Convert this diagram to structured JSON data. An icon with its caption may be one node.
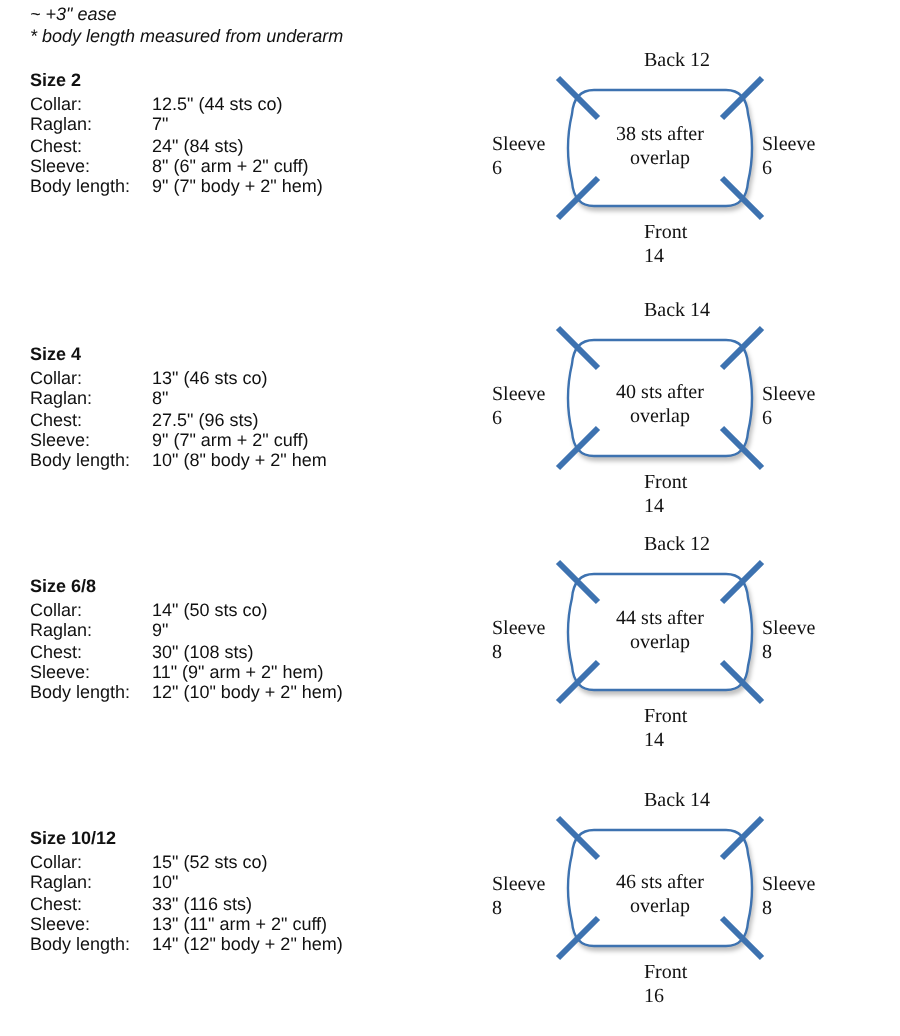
{
  "diagram": {
    "nodes": [
      {
        "text": [
          "38 sts after overlap"
        ],
        "beside": [
          "Back 12",
          "Sleeve 6",
          "Sleeve 6",
          "Front 14"
        ]
      },
      {
        "text": [
          "40 sts after overlap"
        ],
        "beside": [
          "Back 14",
          "Sleeve 6",
          "Sleeve 6",
          "Front 14"
        ]
      },
      {
        "text": [
          "44 sts after overlap"
        ],
        "beside": [
          "Back 12",
          "Sleeve 8",
          "Sleeve 8",
          "Front 14"
        ]
      },
      {
        "text": [
          "46 sts after overlap"
        ],
        "beside": [
          "Back 14",
          "Sleeve 8",
          "Sleeve 8",
          "Front 16"
        ]
      }
    ],
    "labels": [
      "~ +3\" ease",
      "* body length measured from underarm",
      "Size 2",
      "Collar:",
      "12.5\" (44 sts co)",
      "Raglan:",
      "7\"",
      "Chest:",
      "24\" (84 sts)",
      "Sleeve:",
      "8\" (6\" arm + 2\" cuff)",
      "Body length:",
      "9\" (7\" body + 2\" hem)",
      "Size 4",
      "Collar:",
      "13\" (46 sts co)",
      "Raglan:",
      "8\"",
      "Chest:",
      "27.5\" (96 sts)",
      "Sleeve:",
      "9\" (7\" arm + 2\" cuff)",
      "Body length:",
      "10\" (8\" body + 2\" hem",
      "Size 6/8",
      "Collar:",
      "14\" (50 sts co)",
      "Raglan:",
      "9\"",
      "Chest:",
      "30\" (108 sts)",
      "Sleeve:",
      "11\" (9\" arm + 2\" hem)",
      "Body length:",
      "12\" (10\" body + 2\" hem)",
      "Size 10/12",
      "Collar:",
      "15\" (52 sts co)",
      "Raglan:",
      "10\"",
      "Chest:",
      "33\" (116 sts)",
      "Sleeve:",
      "13\" (11\" arm + 2\" cuff)",
      "Body length:",
      "14\" (12\" body + 2\" hem)"
    ]
  }
}
